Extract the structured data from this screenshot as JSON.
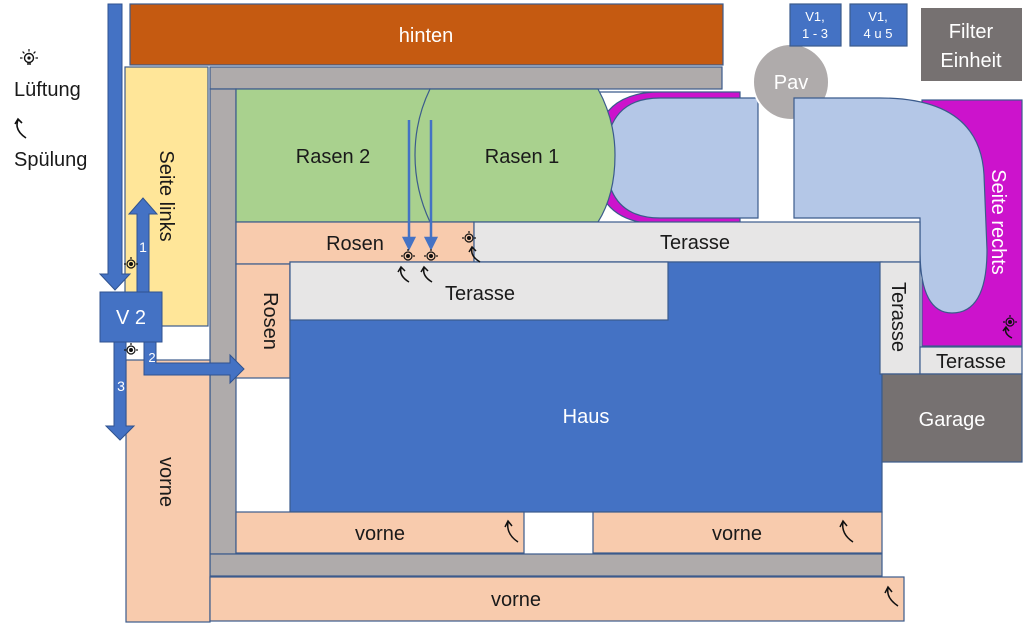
{
  "legend": {
    "ventilation_label": "Lüftung",
    "flush_label": "Spülung"
  },
  "zones": {
    "hinten": "hinten",
    "seite_links": "Seite links",
    "rasen_2": "Rasen 2",
    "rasen_1": "Rasen 1",
    "rosen_top": "Rosen",
    "rosen_side": "Rosen",
    "terasse_top": "Terasse",
    "terasse_mid": "Terasse",
    "terasse_vertical": "Terasse",
    "terasse_right": "Terasse",
    "haus": "Haus",
    "garage": "Garage",
    "seite_rechts": "Seite rechts",
    "vorne_left": "vorne",
    "vorne_1": "vorne",
    "vorne_2": "vorne",
    "vorne_bottom": "vorne",
    "pav": "Pav",
    "filter_line1": "Filter",
    "filter_line2": "Einheit"
  },
  "valves": {
    "v2": "V 2",
    "v1a_line1": "V1,",
    "v1a_line2": "1 - 3",
    "v1b_line1": "V1,",
    "v1b_line2": "4 u 5",
    "out_1": "1",
    "out_2": "2",
    "out_3": "3"
  },
  "colors": {
    "hinten": "#c55a11",
    "seite_links": "#ffe699",
    "rasen": "#a9d18e",
    "rosen_vorne": "#f8cbad",
    "terasse": "#e7e6e6",
    "haus": "#4472c4",
    "garage": "#767171",
    "seite_rechts": "#cc13cc",
    "pool": "#b4c7e7",
    "pipe": "#4472c4",
    "wall": "#afabab"
  }
}
